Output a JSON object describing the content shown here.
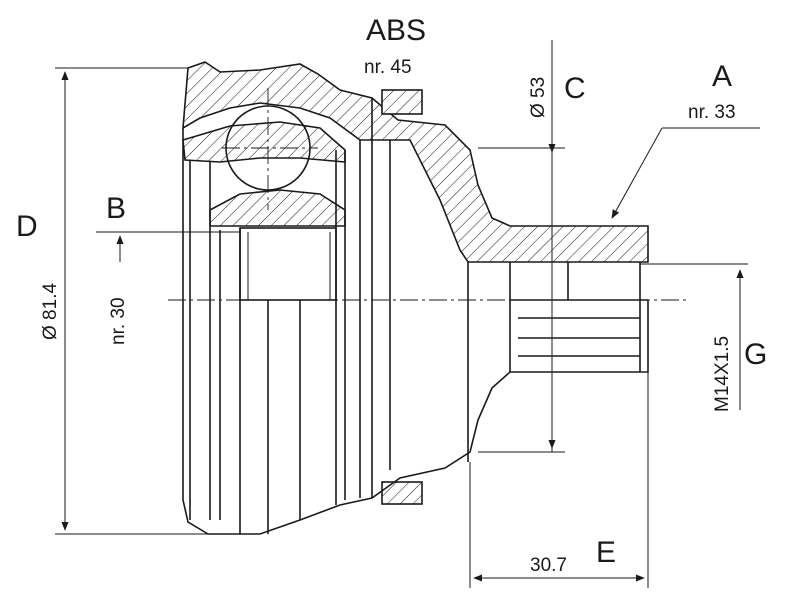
{
  "labels": {
    "abs_title": "ABS",
    "abs_teeth": "nr. 45",
    "c_letter": "C",
    "c_dim": "Ø 53",
    "a_letter": "A",
    "a_teeth": "nr. 33",
    "b_letter": "B",
    "b_teeth": "nr. 30",
    "d_letter": "D",
    "d_dim": "Ø 81.4",
    "g_letter": "G",
    "g_thread": "M14X1.5",
    "e_letter": "E",
    "e_dim": "30.7"
  }
}
